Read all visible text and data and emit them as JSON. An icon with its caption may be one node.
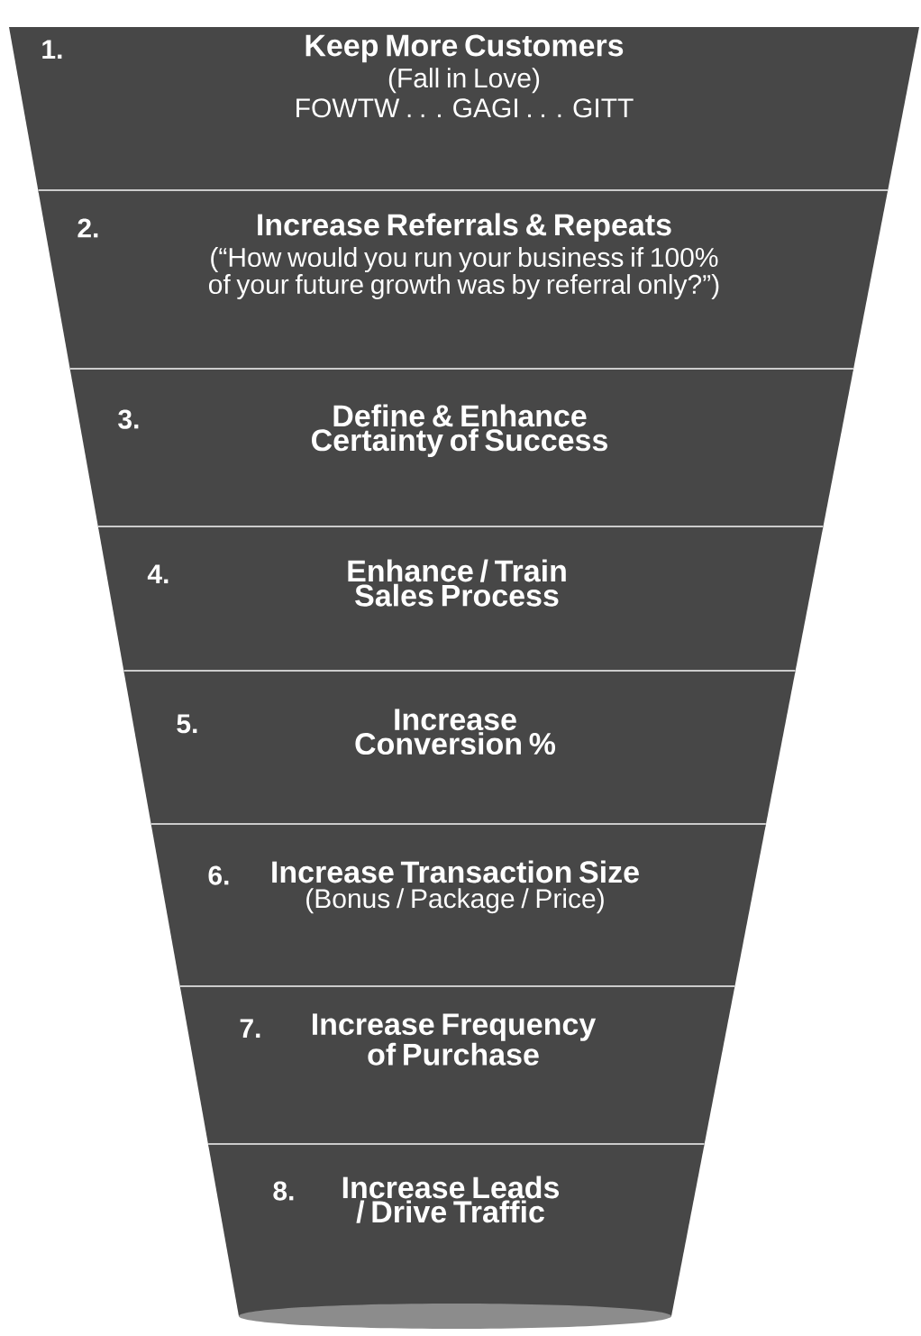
{
  "diagram": {
    "nodes": [
      {
        "text": [
          "1.",
          "Keep More Customers",
          "(Fall in Love)",
          "FOWTW . . . GAGI . . . GITT"
        ]
      },
      {
        "text": [
          "2.",
          "Increase Referrals & Repeats",
          "(“How would you run your business if 100% of your future growth was by referral only?”)"
        ]
      },
      {
        "text": [
          "3.",
          "Define & Enhance Certainty of Success"
        ]
      },
      {
        "text": [
          "4.",
          "Enhance / Train Sales Process"
        ]
      },
      {
        "text": [
          "5.",
          "Increase Conversion %"
        ]
      },
      {
        "text": [
          "6.",
          "Increase Transaction Size",
          "(Bonus / Package / Price)"
        ]
      },
      {
        "text": [
          "7.",
          "Increase Frequency of Purchase"
        ]
      },
      {
        "text": [
          "8.",
          "Increase Leads / Drive Traffic"
        ]
      }
    ]
  }
}
